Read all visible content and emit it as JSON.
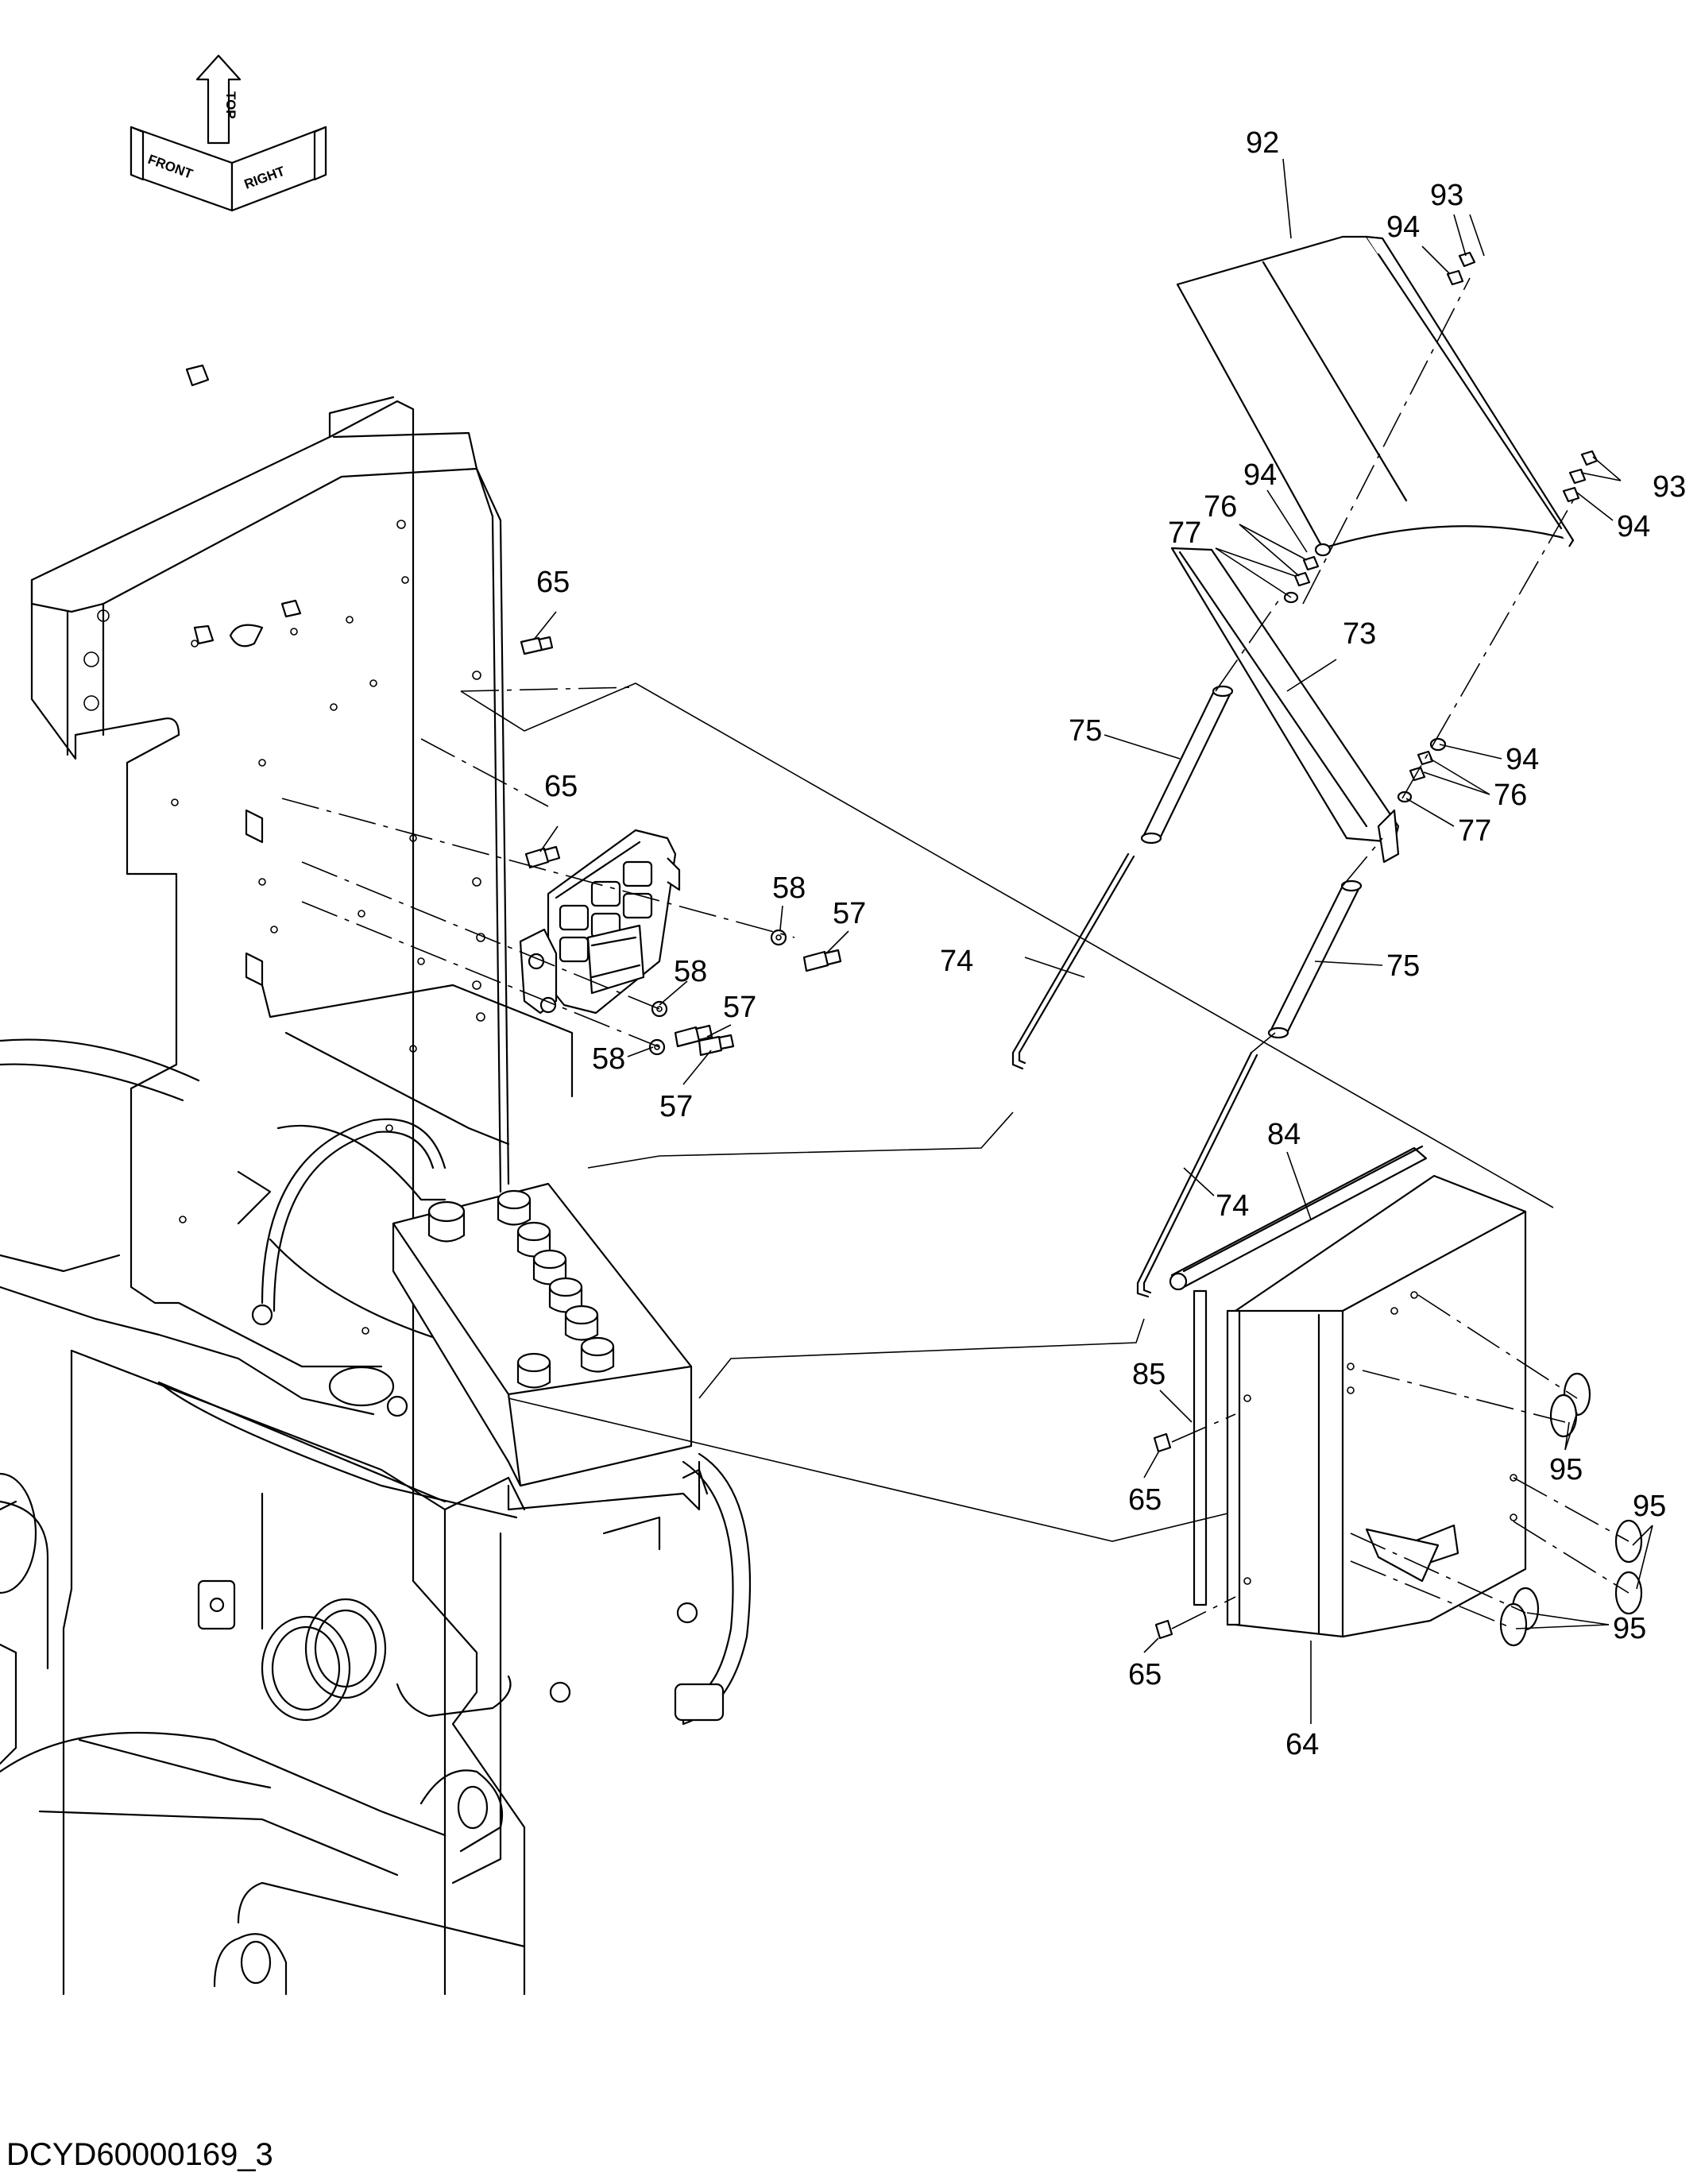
{
  "orientation": {
    "front": "FRONT",
    "top": "TOP",
    "right": "RIGHT"
  },
  "callouts": [
    {
      "id": "c92",
      "text": "92"
    },
    {
      "id": "c93a",
      "text": "93"
    },
    {
      "id": "c94a",
      "text": "94"
    },
    {
      "id": "c94b",
      "text": "94"
    },
    {
      "id": "c93b",
      "text": "93"
    },
    {
      "id": "c94c",
      "text": "94"
    },
    {
      "id": "c76a",
      "text": "76"
    },
    {
      "id": "c77a",
      "text": "77"
    },
    {
      "id": "c73",
      "text": "73"
    },
    {
      "id": "c65a",
      "text": "65"
    },
    {
      "id": "c75a",
      "text": "75"
    },
    {
      "id": "c94d",
      "text": "94"
    },
    {
      "id": "c76b",
      "text": "76"
    },
    {
      "id": "c77b",
      "text": "77"
    },
    {
      "id": "c65b",
      "text": "65"
    },
    {
      "id": "c58a",
      "text": "58"
    },
    {
      "id": "c57a",
      "text": "57"
    },
    {
      "id": "c74a",
      "text": "74"
    },
    {
      "id": "c58b",
      "text": "58"
    },
    {
      "id": "c75b",
      "text": "75"
    },
    {
      "id": "c57b",
      "text": "57"
    },
    {
      "id": "c58c",
      "text": "58"
    },
    {
      "id": "c57c",
      "text": "57"
    },
    {
      "id": "c84",
      "text": "84"
    },
    {
      "id": "c74b",
      "text": "74"
    },
    {
      "id": "c85",
      "text": "85"
    },
    {
      "id": "c95a",
      "text": "95"
    },
    {
      "id": "c65c",
      "text": "65"
    },
    {
      "id": "c95b",
      "text": "95"
    },
    {
      "id": "c95c",
      "text": "95"
    },
    {
      "id": "c65d",
      "text": "65"
    },
    {
      "id": "c64",
      "text": "64"
    }
  ],
  "drawing_id": "DCYD60000169_3"
}
